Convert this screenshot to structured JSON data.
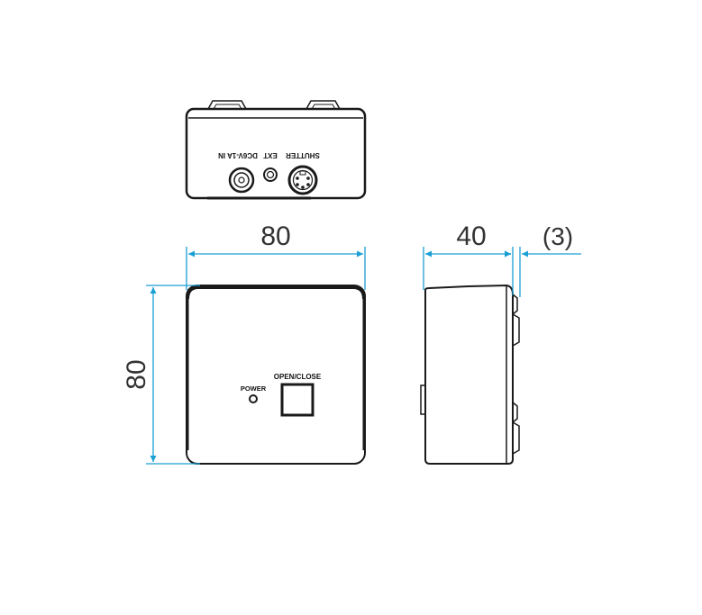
{
  "colors": {
    "dimension": "#1a9fd4",
    "outline": "#1a1a1a"
  },
  "dimensions": {
    "front_width": "80",
    "front_height": "80",
    "side_depth": "40",
    "side_offset": "(3)"
  },
  "labels": {
    "power": "POWER",
    "open_close": "OPEN/CLOSE",
    "dc_in": "DC6V-1A IN",
    "ext": "EXT",
    "shutter": "SHUTTER"
  }
}
